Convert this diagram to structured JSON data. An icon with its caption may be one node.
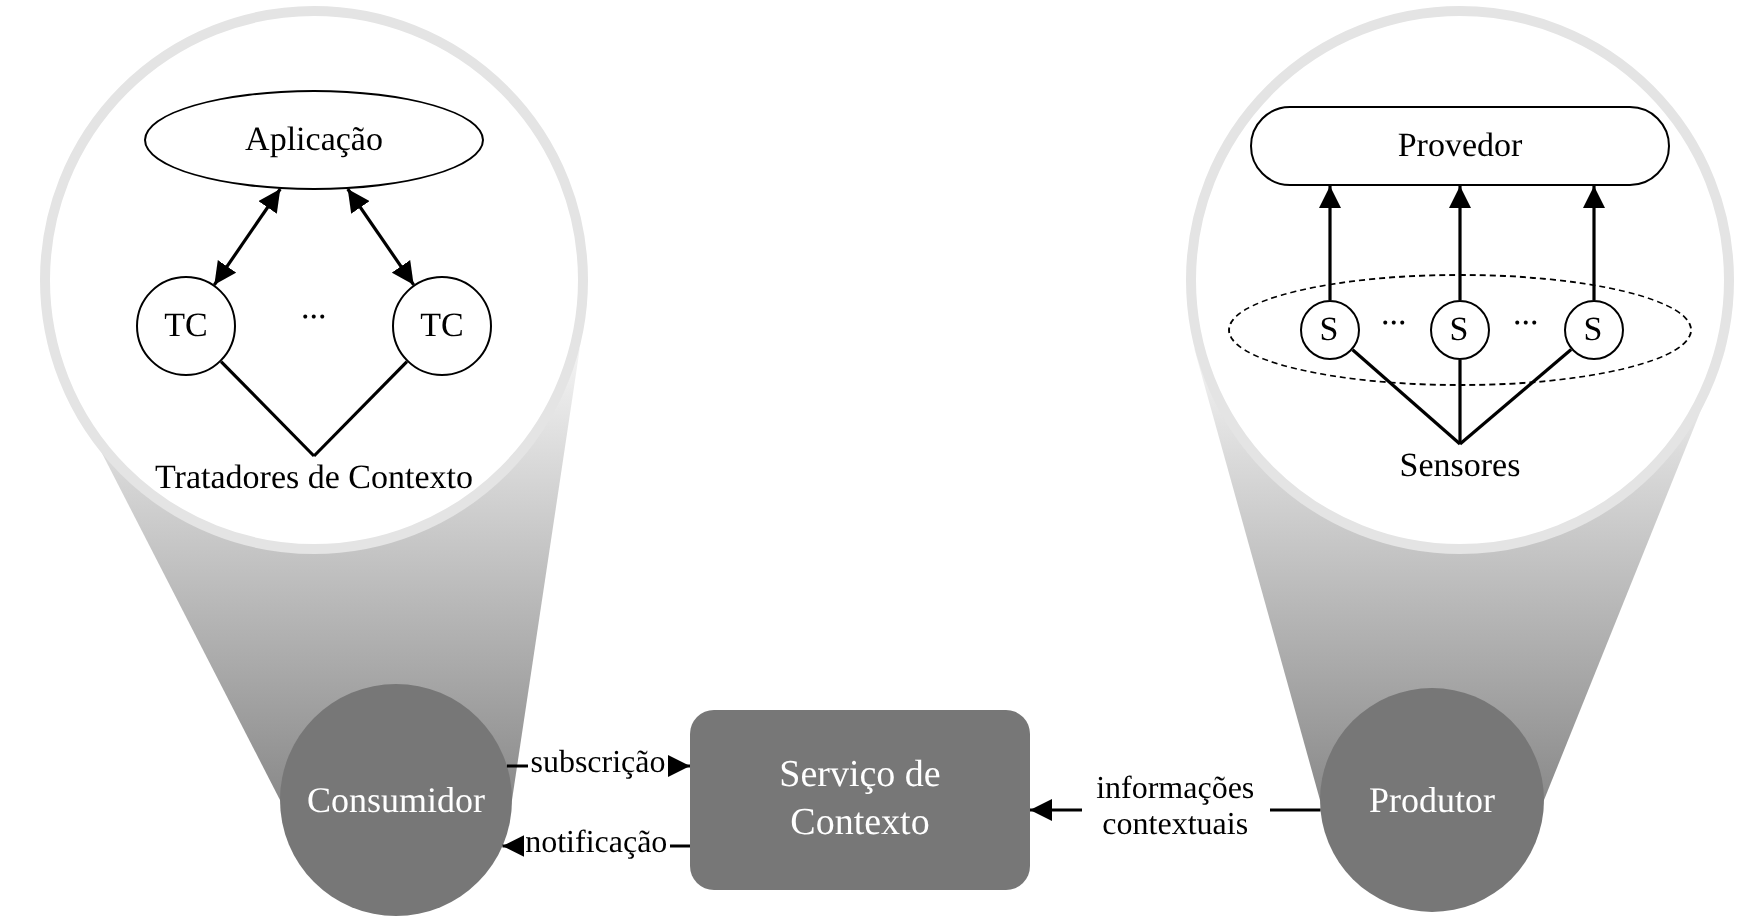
{
  "diagram": {
    "nodes": [
      {
        "text": [
          "Consumidor"
        ]
      },
      {
        "text": [
          "Serviço de Contexto"
        ]
      },
      {
        "text": [
          "Produtor"
        ]
      },
      {
        "text": [],
        "shape": "circle"
      },
      {
        "text": [
          "Aplicação"
        ],
        "in": 3
      },
      {
        "text": [
          "TC"
        ],
        "in": 3
      },
      {
        "text": [
          "TC"
        ],
        "in": 3
      },
      {
        "text": [
          "Tratadores de Contexto"
        ],
        "in": 3
      },
      {
        "text": [],
        "shape": "circle"
      },
      {
        "text": [
          "Provedor"
        ],
        "in": 8
      },
      {
        "text": [],
        "shape": "ellipse",
        "in": 8
      },
      {
        "text": [
          "S"
        ],
        "in": 10
      },
      {
        "text": [
          "S"
        ],
        "in": 10
      },
      {
        "text": [
          "S"
        ],
        "in": 10
      },
      {
        "text": [
          "Sensores"
        ],
        "in": 8
      }
    ],
    "edges": [
      {
        "from": 0,
        "to": 1,
        "arrow": "to",
        "label": "subscrição"
      },
      {
        "from": 1,
        "to": 0,
        "arrow": "to",
        "label": "notificação"
      },
      {
        "from": 2,
        "to": 1,
        "arrow": "to",
        "label": "informações contextuais"
      },
      {
        "from": 5,
        "to": 4,
        "arrow": "both"
      },
      {
        "from": 6,
        "to": 4,
        "arrow": "both"
      },
      {
        "from": 7,
        "to": 5,
        "arrow": "none"
      },
      {
        "from": 7,
        "to": 6,
        "arrow": "none"
      },
      {
        "from": 11,
        "to": 9,
        "arrow": "to"
      },
      {
        "from": 12,
        "to": 9,
        "arrow": "to"
      },
      {
        "from": 13,
        "to": 9,
        "arrow": "to"
      },
      {
        "from": 14,
        "to": 11,
        "arrow": "none"
      },
      {
        "from": 14,
        "to": 12,
        "arrow": "none"
      },
      {
        "from": 14,
        "to": 13,
        "arrow": "none"
      }
    ],
    "labels": [
      "...",
      "...",
      "..."
    ]
  }
}
